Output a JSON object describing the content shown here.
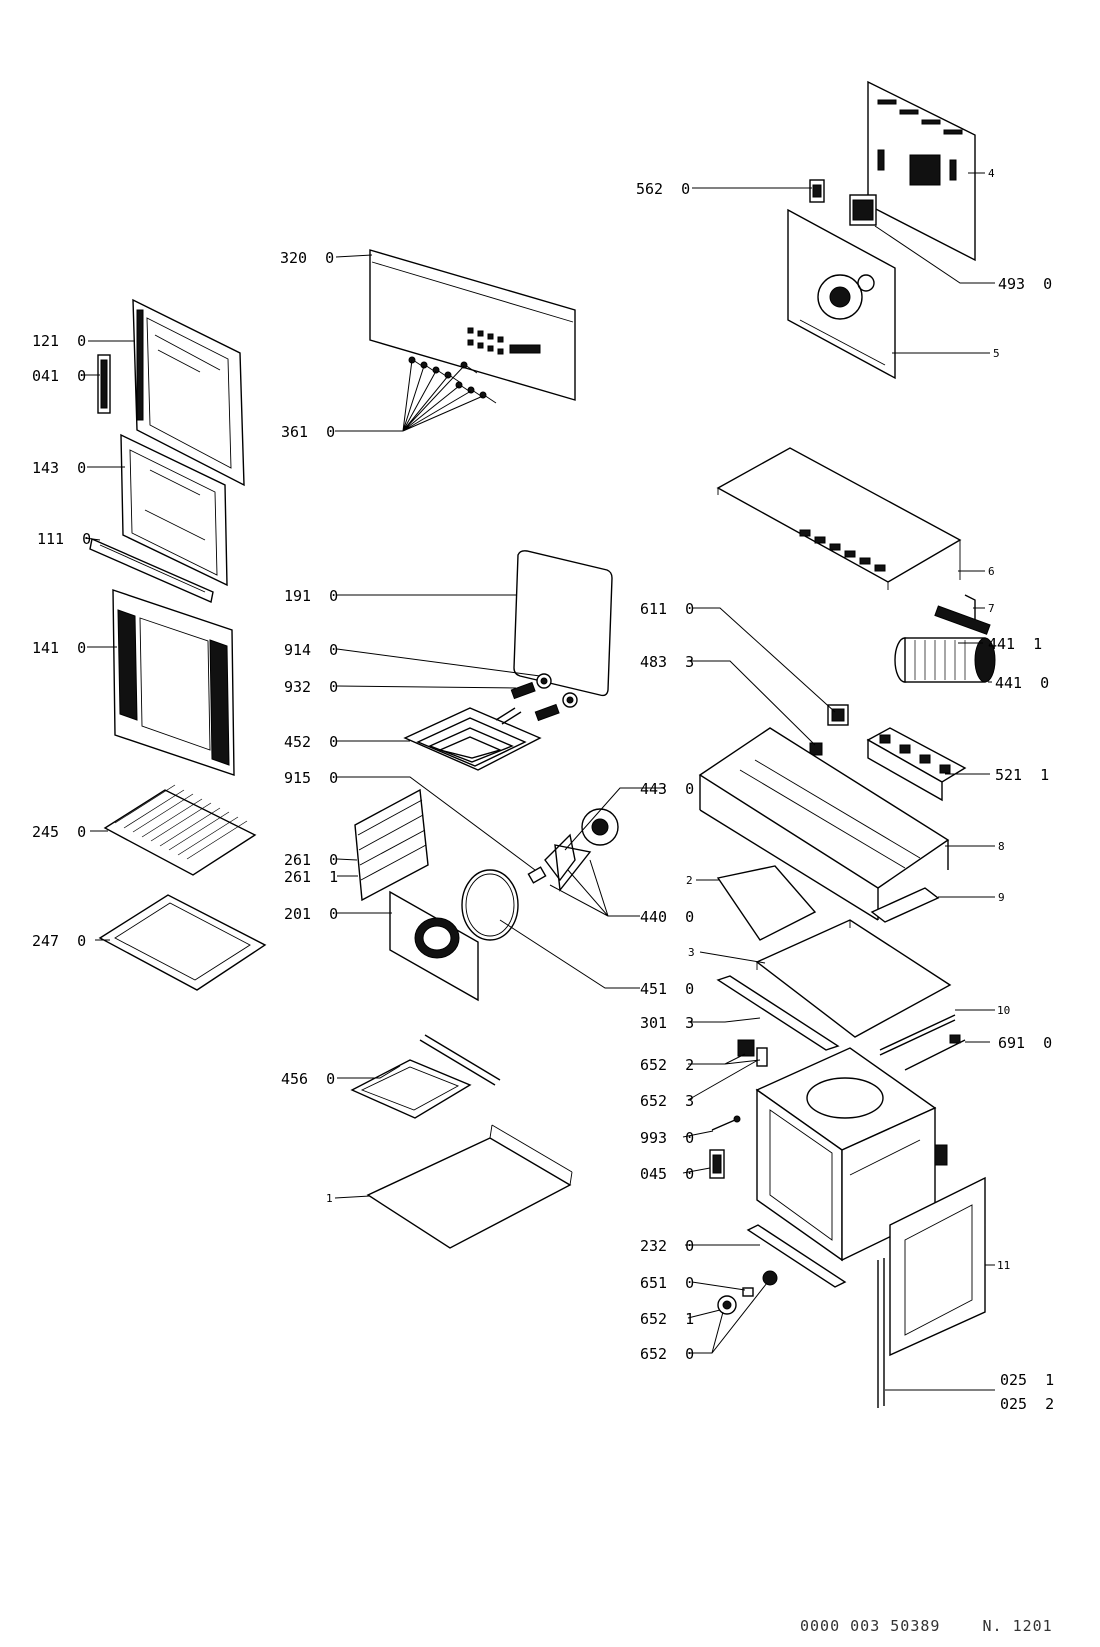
{
  "labels": {
    "l562": "562  0",
    "l320": "320  0",
    "l4": "4",
    "l493": "493  0",
    "l121": "121  0",
    "l041": "041  0",
    "l5": "5",
    "l361": "361  0",
    "l143": "143  0",
    "l111": "111  0",
    "l6": "6",
    "l191": "191  0",
    "l7": "7",
    "l611": "611  0",
    "l141": "141  0",
    "l914": "914  0",
    "l4411": "441  1",
    "l483": "483  3",
    "l932": "932  0",
    "l4410": "441  0",
    "l452": "452  0",
    "l5211": "521  1",
    "l915": "915  0",
    "l443": "443  0",
    "l245": "245  0",
    "l8": "8",
    "l2610": "261  0",
    "l2611": "261  1",
    "l2": "2",
    "l201": "201  0",
    "l9": "9",
    "l440": "440  0",
    "l247": "247  0",
    "l3": "3",
    "l451": "451  0",
    "l301": "301  3",
    "l10": "10",
    "l691": "691  0",
    "l456": "456  0",
    "l6522": "652  2",
    "l6523": "652  3",
    "l993": "993  0",
    "l1": "1",
    "l045": "045  0",
    "l232": "232  0",
    "l11": "11",
    "l651": "651  0",
    "l6521": "652  1",
    "l6520": "652  0",
    "l0251": "025  1",
    "l0252": "025  2"
  },
  "footer": {
    "code": "0000 003 50389",
    "number": "N. 1201"
  }
}
